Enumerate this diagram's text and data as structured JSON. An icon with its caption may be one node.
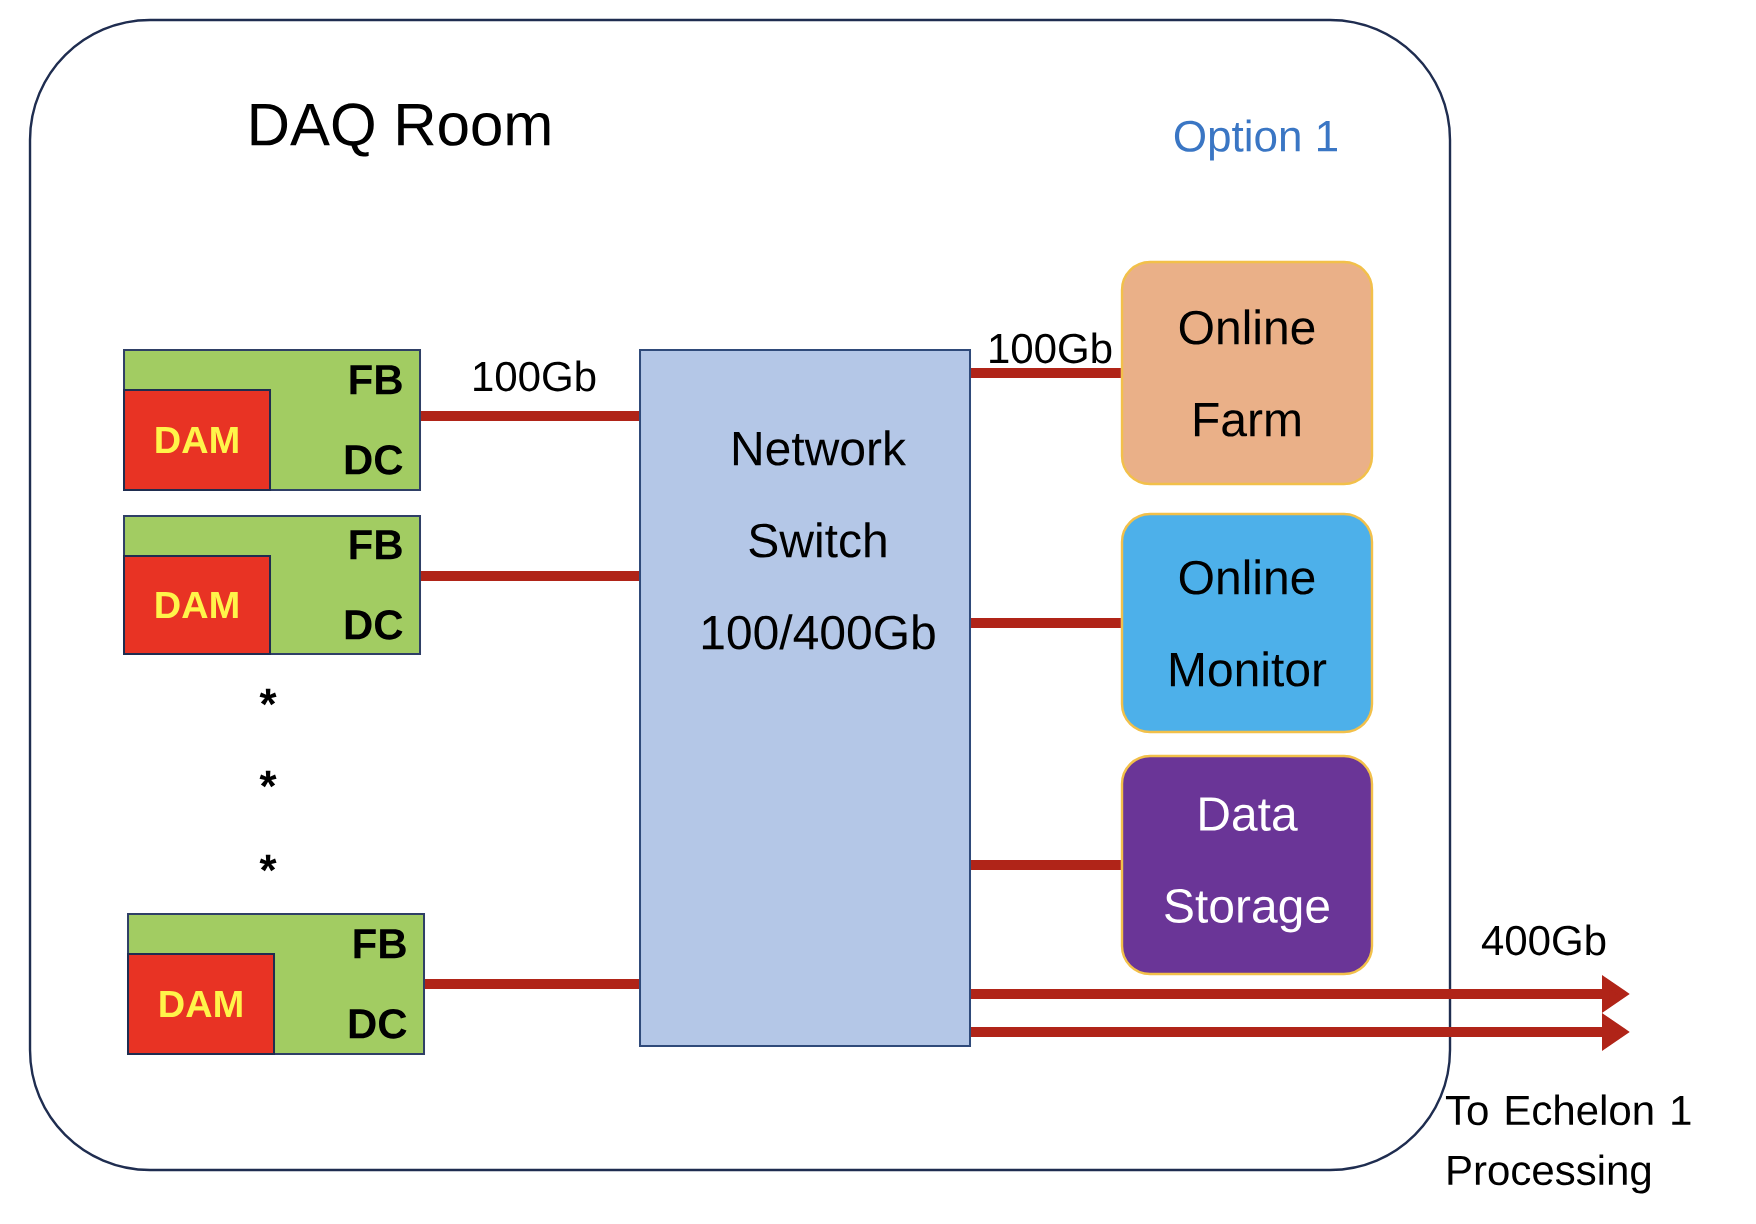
{
  "diagram": {
    "nodes": [
      {
        "text": [
          "DAQ Room",
          "Option 1"
        ]
      },
      {
        "text": [
          "FB DC"
        ],
        "in": 0
      },
      {
        "text": [
          "DAM"
        ],
        "in": 1
      },
      {
        "text": [
          "FB DC"
        ],
        "in": 0
      },
      {
        "text": [
          "DAM"
        ],
        "in": 3
      },
      {
        "text": [
          "FB DC"
        ],
        "in": 0
      },
      {
        "text": [
          "DAM"
        ],
        "in": 5
      },
      {
        "text": [
          "Network Switch 100/400Gb"
        ],
        "in": 0
      },
      {
        "text": [
          "Online Farm"
        ],
        "in": 0
      },
      {
        "text": [
          "Online Monitor"
        ],
        "in": 0
      },
      {
        "text": [
          "Data Storage"
        ],
        "in": 0
      }
    ],
    "edges": [
      {
        "from": 1,
        "to": 7,
        "arrow": "none",
        "label": "100Gb"
      },
      {
        "from": 3,
        "to": 7,
        "arrow": "none"
      },
      {
        "from": 5,
        "to": 7,
        "arrow": "none"
      },
      {
        "from": 7,
        "to": 8,
        "arrow": "none",
        "label": "100Gb"
      },
      {
        "from": 7,
        "to": 9,
        "arrow": "none"
      },
      {
        "from": 7,
        "to": 10,
        "arrow": "none"
      },
      {
        "from": 7,
        "to": null,
        "arrow": "to",
        "label": "400Gb"
      },
      {
        "from": 7,
        "to": null,
        "arrow": "to"
      }
    ],
    "labels": [
      "*",
      "*",
      "*",
      "To Echelon 1 Processing"
    ]
  }
}
